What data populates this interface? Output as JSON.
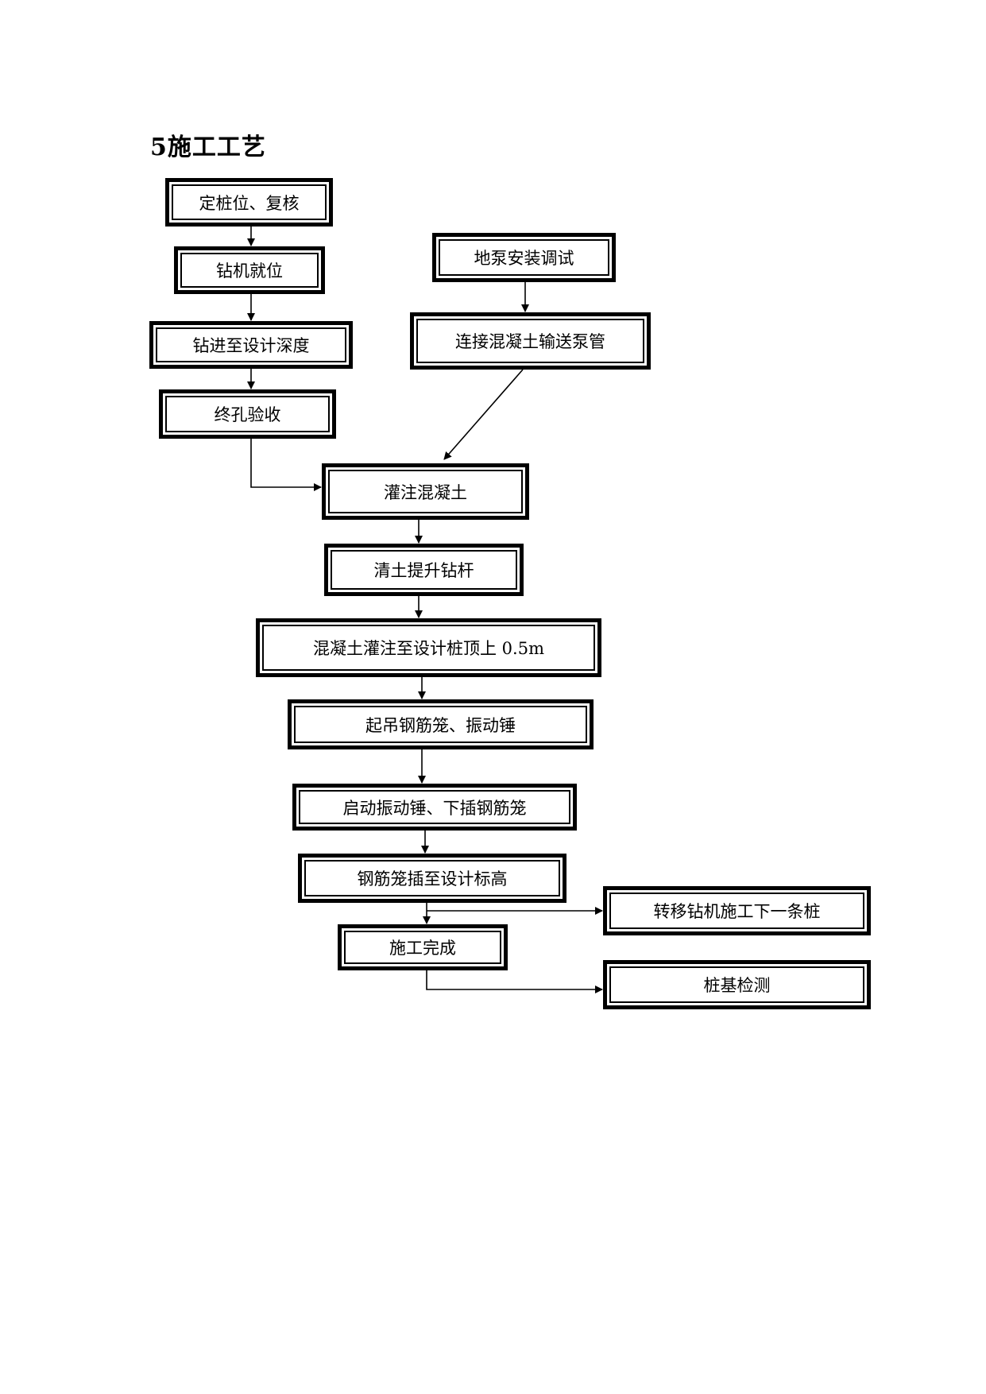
{
  "heading": "5施工工艺",
  "steps": {
    "locate_pile": "定桩位、复核",
    "rig_in_place": "钻机就位",
    "drill_to_depth": "钻进至设计深度",
    "hole_acceptance": "终孔验收",
    "pump_setup": "地泵安装调试",
    "connect_pipe": "连接混凝土输送泵管",
    "pour_concrete": "灌注混凝土",
    "clear_soil_lift": "清土提升钻杆",
    "pour_to_top": "混凝土灌注至设计桩顶上 0.5m",
    "lift_cage": "起吊钢筋笼、振动锤",
    "insert_cage": "启动振动锤、下插钢筋笼",
    "cage_to_elevation": "钢筋笼插至设计标高",
    "move_rig": "转移钻机施工下一条桩",
    "complete": "施工完成",
    "pile_test": "桩基检测"
  }
}
